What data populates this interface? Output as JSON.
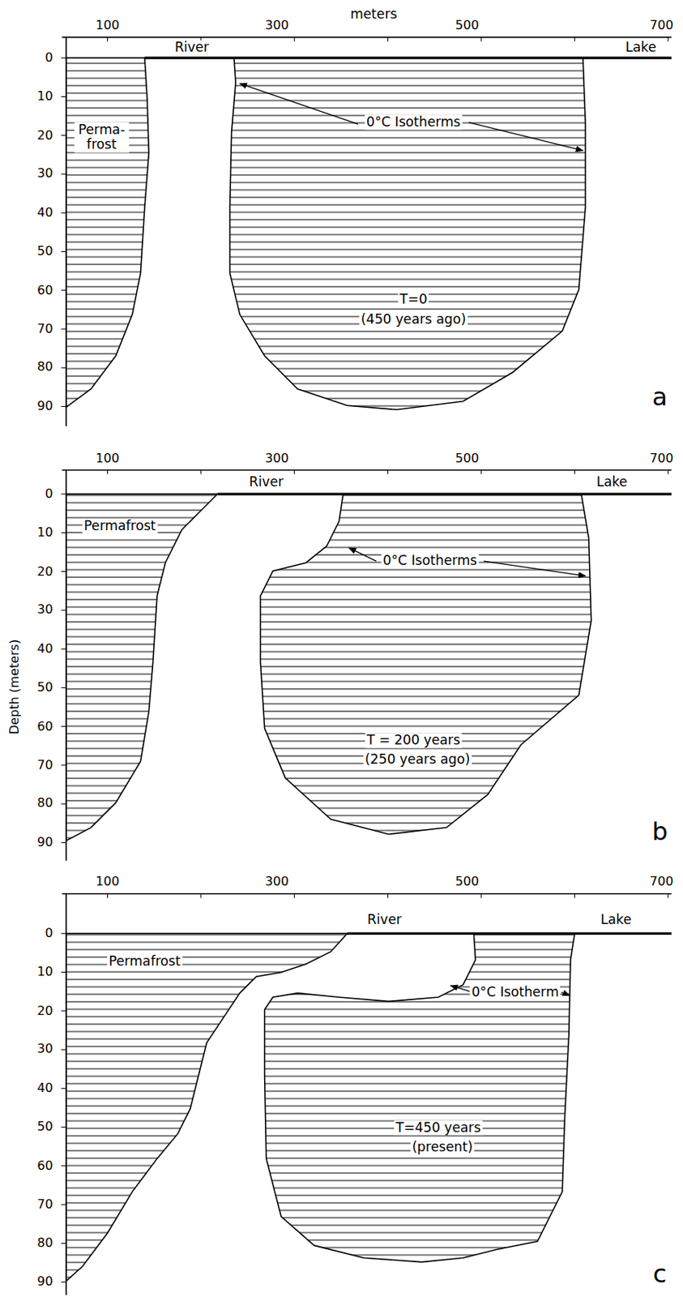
{
  "diagram": {
    "labels": [
      "meters",
      "100",
      "300",
      "500",
      "700",
      "River",
      "Lake",
      "0",
      "10",
      "20",
      "30",
      "40",
      "50",
      "60",
      "70",
      "80",
      "90",
      "Perma- frost",
      "0°C Isotherms",
      "T=0",
      "(450 years ago)",
      "a",
      "100",
      "300",
      "500",
      "700",
      "River",
      "Lake",
      "0",
      "10",
      "20",
      "30",
      "40",
      "50",
      "60",
      "70",
      "80",
      "90",
      "Permafrost",
      "0°C Isotherms",
      "T = 200 years",
      "(250 years ago)",
      "b",
      "Depth (meters)",
      "100",
      "300",
      "500",
      "700",
      "River",
      "Lake",
      "0",
      "10",
      "20",
      "30",
      "40",
      "50",
      "60",
      "70",
      "80",
      "90",
      "Permafrost",
      "0°C Isotherm",
      "T=450 years",
      "(present)",
      "c"
    ]
  }
}
